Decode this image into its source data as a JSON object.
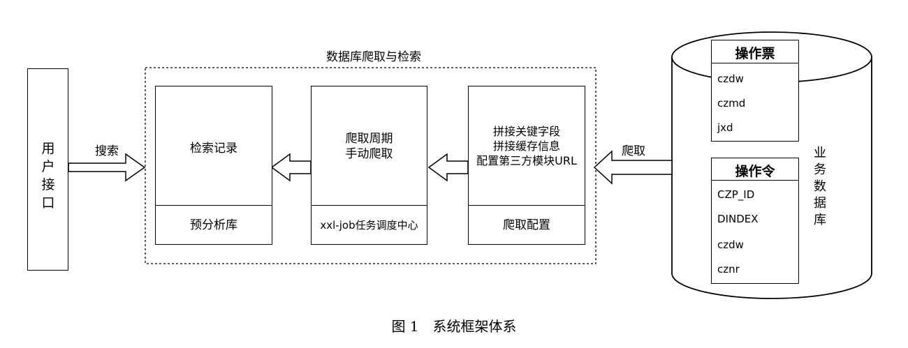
{
  "user_interface": {
    "label": "用户接口"
  },
  "search_arrow_label": "搜索",
  "crawl_arrow_label": "爬取",
  "group": {
    "title": "数据库爬取与检索"
  },
  "modules": [
    {
      "top": "检索记录",
      "bottom": "预分析库"
    },
    {
      "top_lines": [
        "爬取周期",
        "手动爬取"
      ],
      "bottom": "xxl-job任务调度中心"
    },
    {
      "top_lines": [
        "拼接关键字段",
        "拼接缓存信息",
        "配置第三方模块URL"
      ],
      "bottom": "爬取配置"
    }
  ],
  "database": {
    "label": "业务数据库",
    "tables": [
      {
        "name": "操作票",
        "fields": [
          "czdw",
          "czmd",
          "jxd"
        ]
      },
      {
        "name": "操作令",
        "fields": [
          "CZP_ID",
          "DINDEX",
          "czdw",
          "cznr"
        ]
      }
    ]
  },
  "caption": "图 1　系统框架体系"
}
